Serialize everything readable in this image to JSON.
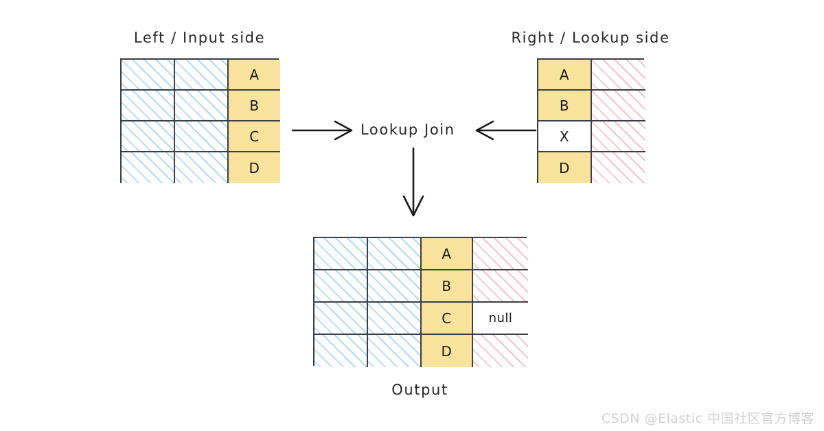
{
  "diagram": {
    "title_left": "Left / Input side",
    "title_right": "Right / Lookup side",
    "center_label": "Lookup Join",
    "output_label": "Output",
    "colors": {
      "key_fill": "#f9e39c",
      "left_hatch": "#78beeb",
      "right_hatch": "#e88ca0",
      "border": "#3a3f46",
      "text": "#1a1a1a",
      "background": "#ffffff",
      "watermark": "#d2d2d2"
    },
    "left_table": {
      "name": "left-input-table",
      "columns": [
        "payload-1",
        "payload-2",
        "key"
      ],
      "column_fills": [
        "blue-hatch",
        "blue-hatch",
        "yellow"
      ],
      "rows": [
        {
          "cells": [
            "",
            "",
            "A"
          ]
        },
        {
          "cells": [
            "",
            "",
            "B"
          ]
        },
        {
          "cells": [
            "",
            "",
            "C"
          ]
        },
        {
          "cells": [
            "",
            "",
            "D"
          ]
        }
      ]
    },
    "right_table": {
      "name": "right-lookup-table",
      "columns": [
        "key",
        "payload"
      ],
      "column_fills": [
        "yellow",
        "pink-hatch"
      ],
      "rows": [
        {
          "cells": [
            "A",
            ""
          ],
          "key_fill": "yellow"
        },
        {
          "cells": [
            "B",
            ""
          ],
          "key_fill": "yellow"
        },
        {
          "cells": [
            "X",
            ""
          ],
          "key_fill": "white"
        },
        {
          "cells": [
            "D",
            ""
          ],
          "key_fill": "yellow"
        }
      ]
    },
    "output_table": {
      "name": "output-table",
      "columns": [
        "payload-1",
        "payload-2",
        "key",
        "lookup-payload"
      ],
      "column_fills": [
        "blue-hatch",
        "blue-hatch",
        "yellow",
        "pink-hatch"
      ],
      "rows": [
        {
          "cells": [
            "",
            "",
            "A",
            ""
          ],
          "last_fill": "pink-hatch"
        },
        {
          "cells": [
            "",
            "",
            "B",
            ""
          ],
          "last_fill": "pink-hatch"
        },
        {
          "cells": [
            "",
            "",
            "C",
            "null"
          ],
          "last_fill": "white"
        },
        {
          "cells": [
            "",
            "",
            "D",
            ""
          ],
          "last_fill": "pink-hatch"
        }
      ]
    },
    "arrows": [
      {
        "name": "arrow-left-to-join",
        "direction": "right"
      },
      {
        "name": "arrow-right-to-join",
        "direction": "left"
      },
      {
        "name": "arrow-join-to-output",
        "direction": "down"
      }
    ]
  },
  "watermark": {
    "text": "CSDN @Elastic 中国社区官方博客"
  }
}
